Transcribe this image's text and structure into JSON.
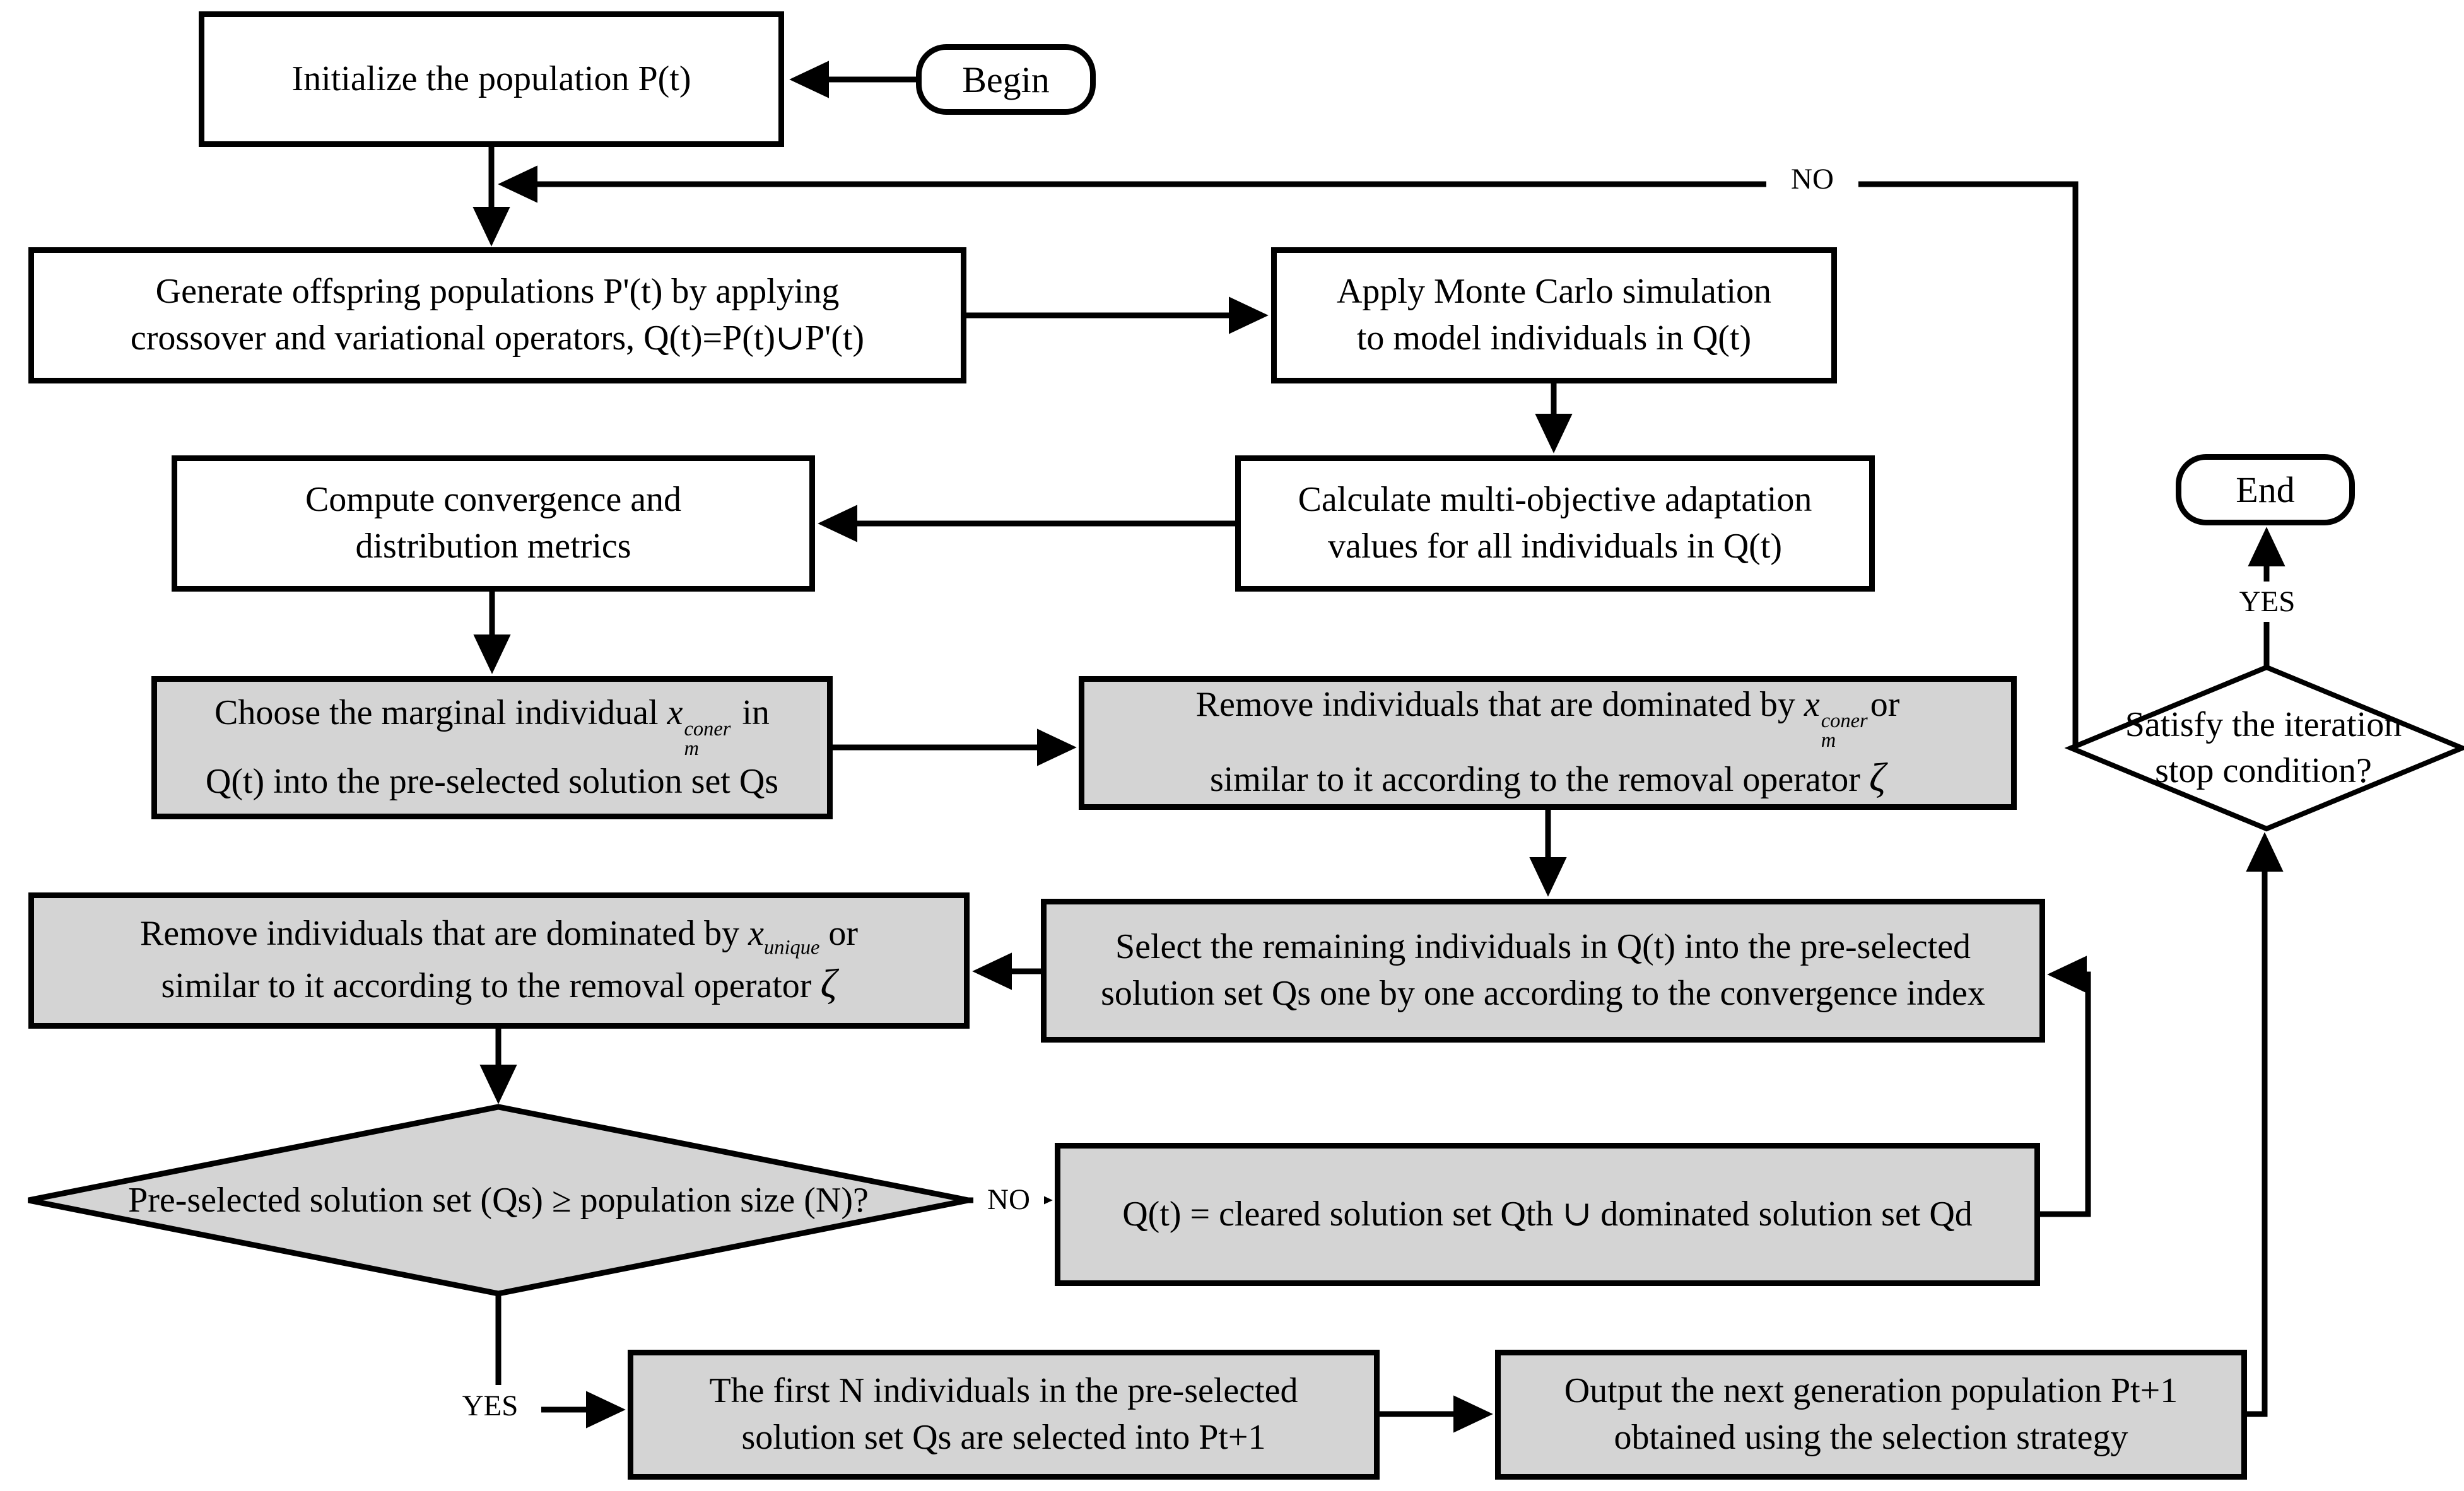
{
  "figure": {
    "background": "#ffffff",
    "line_color": "#000000",
    "box_fill_white": "#ffffff",
    "box_fill_gray": "#d4d4d4"
  },
  "nodes": {
    "begin": {
      "label": "Begin"
    },
    "end": {
      "label": "End"
    },
    "init": {
      "label": "Initialize the population P(t)"
    },
    "generate": {
      "line1": "Generate offspring populations P'(t) by applying",
      "line2": "crossover and variational operators, Q(t)=P(t)∪P'(t)"
    },
    "monte_carlo": {
      "line1": "Apply Monte Carlo simulation",
      "line2": "to model individuals in Q(t)"
    },
    "compute_metrics": {
      "line1": "Compute convergence and",
      "line2": "distribution metrics"
    },
    "calc_adaptation": {
      "line1": "Calculate multi-objective adaptation",
      "line2": "values for all individuals in Q(t)"
    },
    "choose_marginal": {
      "pre": "Choose the marginal individual ",
      "var": "x",
      "sup": "coner",
      "sub": "m",
      "post": " in",
      "line2": "Q(t) into the pre-selected solution set Qs"
    },
    "remove_corner": {
      "pre": "Remove individuals that are dominated by ",
      "var": "x",
      "sup": "coner",
      "sub": "m",
      "post": "or",
      "line2": "similar to it according to the removal operator ",
      "zeta": "ζ"
    },
    "select_remaining": {
      "line1": "Select the remaining individuals in Q(t) into the pre-selected",
      "line2": "solution set Qs one by one according to the convergence index"
    },
    "remove_unique": {
      "pre": "Remove individuals that are dominated by ",
      "var": "x",
      "sub": "unique",
      "post": " or",
      "line2": "similar to it according to the removal operator ",
      "zeta": "ζ"
    },
    "qs_check": {
      "label": "Pre-selected solution set (Qs) ≥ population size (N)?"
    },
    "qt_union": {
      "label": "Q(t) = cleared solution set Qth ∪ dominated solution set Qd"
    },
    "first_n": {
      "line1": "The first N individuals in the pre-selected",
      "line2": "solution set Qs are selected into Pt+1"
    },
    "output_next": {
      "line1": "Output the next generation population Pt+1",
      "line2": "obtained using the selection strategy"
    },
    "stop_check": {
      "line1": "Satisfy the iteration",
      "line2": "stop condition?"
    }
  },
  "labels": {
    "no_loop": "NO",
    "no_qs": "NO",
    "yes_qs": "YES",
    "yes_stop": "YES"
  }
}
